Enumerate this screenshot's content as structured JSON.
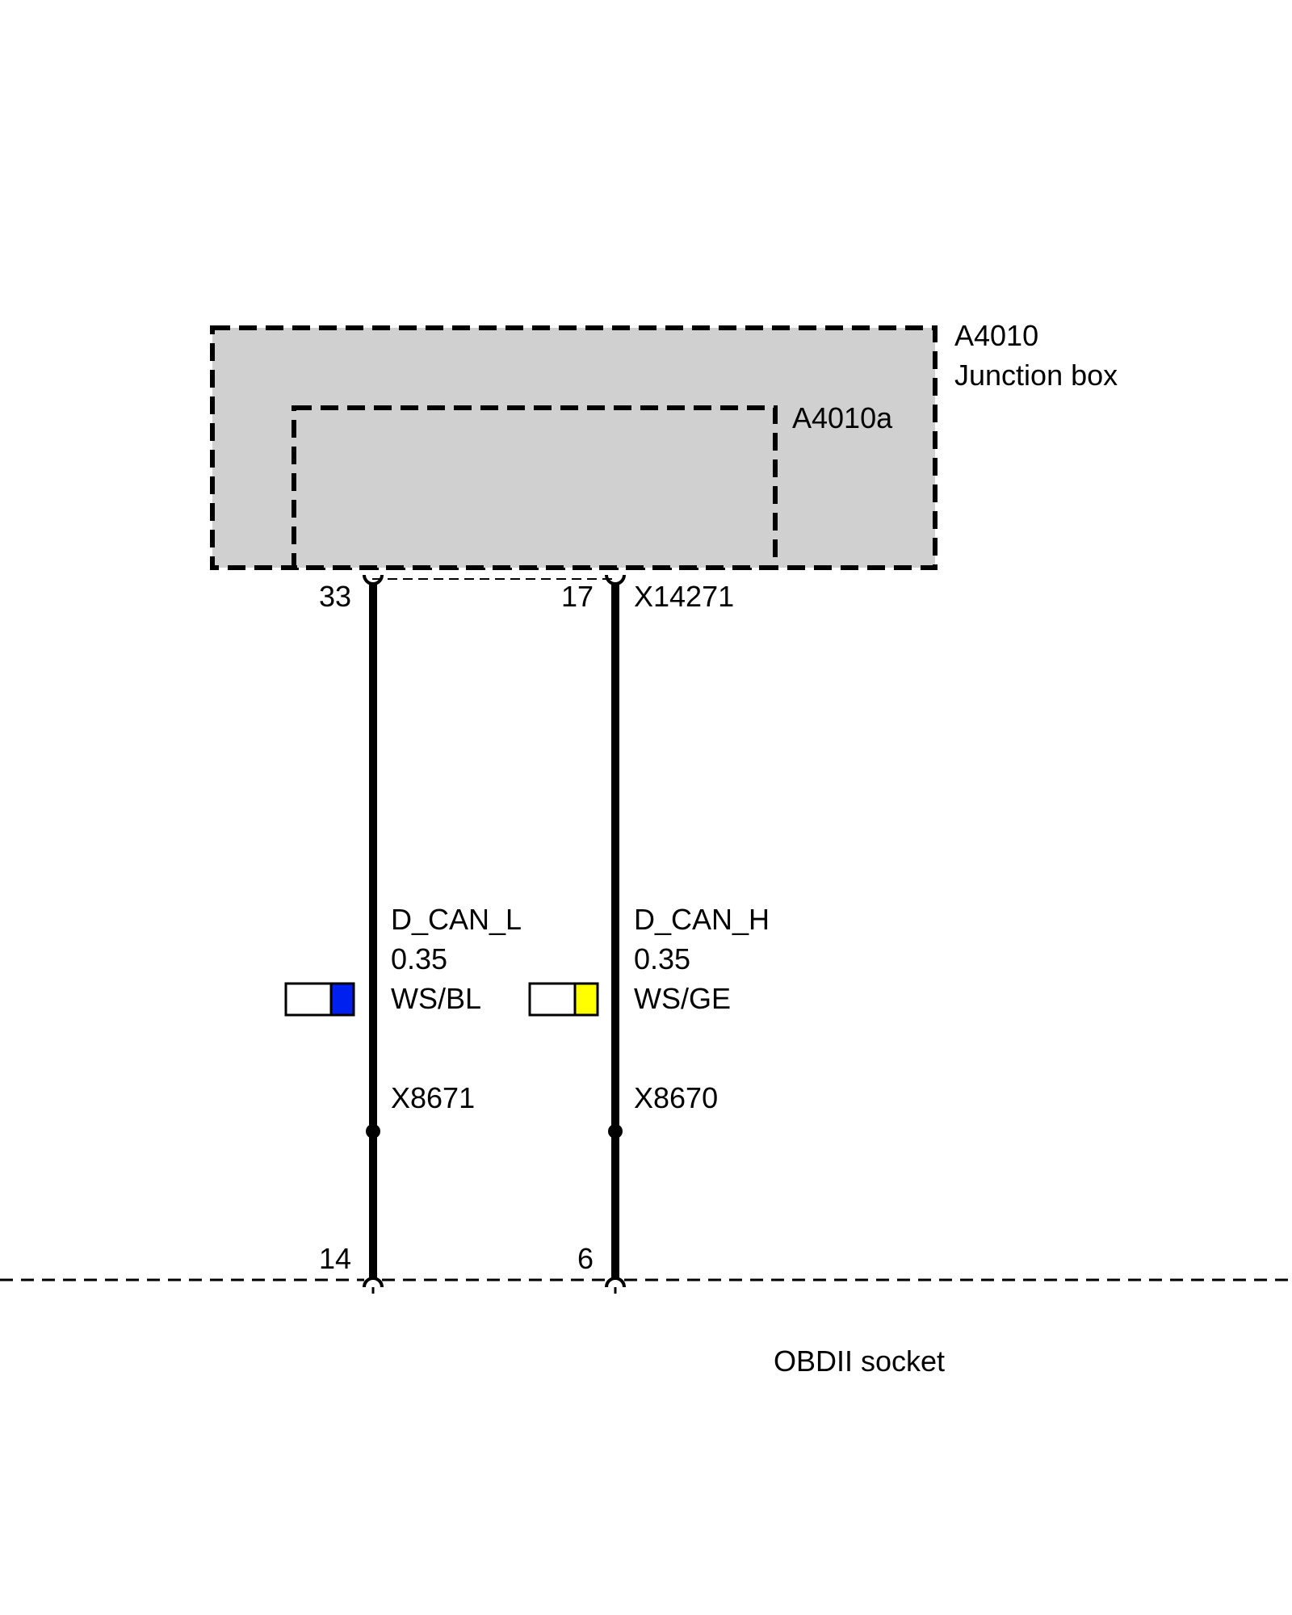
{
  "colors": {
    "background": "#ffffff",
    "box_fill": "#d0d0d0",
    "line": "#000000",
    "wire_blue": "#0020f0",
    "wire_yellow": "#ffff00",
    "wire_white": "#ffffff"
  },
  "junction_box": {
    "id": "A4010",
    "name": "Junction box",
    "sub_id": "A4010a",
    "connector": "X14271"
  },
  "wires": [
    {
      "signal": "D_CAN_L",
      "cross_section": "0.35",
      "color_code": "WS/BL",
      "top_pin": "33",
      "splice": "X8671",
      "bottom_pin": "14",
      "stripe_color": "blue"
    },
    {
      "signal": "D_CAN_H",
      "cross_section": "0.35",
      "color_code": "WS/GE",
      "top_pin": "17",
      "splice": "X8670",
      "bottom_pin": "6",
      "stripe_color": "yellow"
    }
  ],
  "obd": {
    "label": "OBDII socket"
  }
}
